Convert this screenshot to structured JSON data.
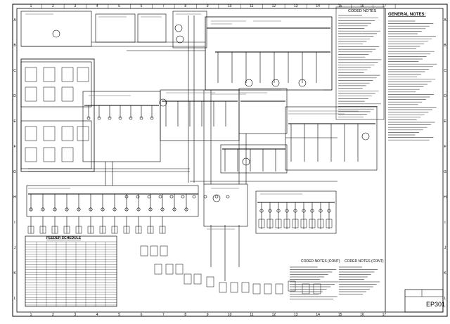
{
  "grid": {
    "columns": [
      "1",
      "2",
      "3",
      "4",
      "5",
      "6",
      "7",
      "8",
      "9",
      "10",
      "11",
      "12",
      "13",
      "14",
      "15",
      "16",
      "17"
    ],
    "rows": [
      "A",
      "B",
      "C",
      "D",
      "E",
      "F",
      "G",
      "H",
      "I",
      "J",
      "K",
      "L"
    ]
  },
  "panels": {
    "coded_notes_title": "CODED NOTES",
    "general_notes_title": "GENERAL NOTES:",
    "coded_notes_cont_title_1": "CODED NOTES (CONT)",
    "coded_notes_cont_title_2": "CODED NOTES (CONT)",
    "schedule_title": "FEEDER SCHEDULE"
  },
  "title_block": {
    "sheet_number": "EP301"
  }
}
